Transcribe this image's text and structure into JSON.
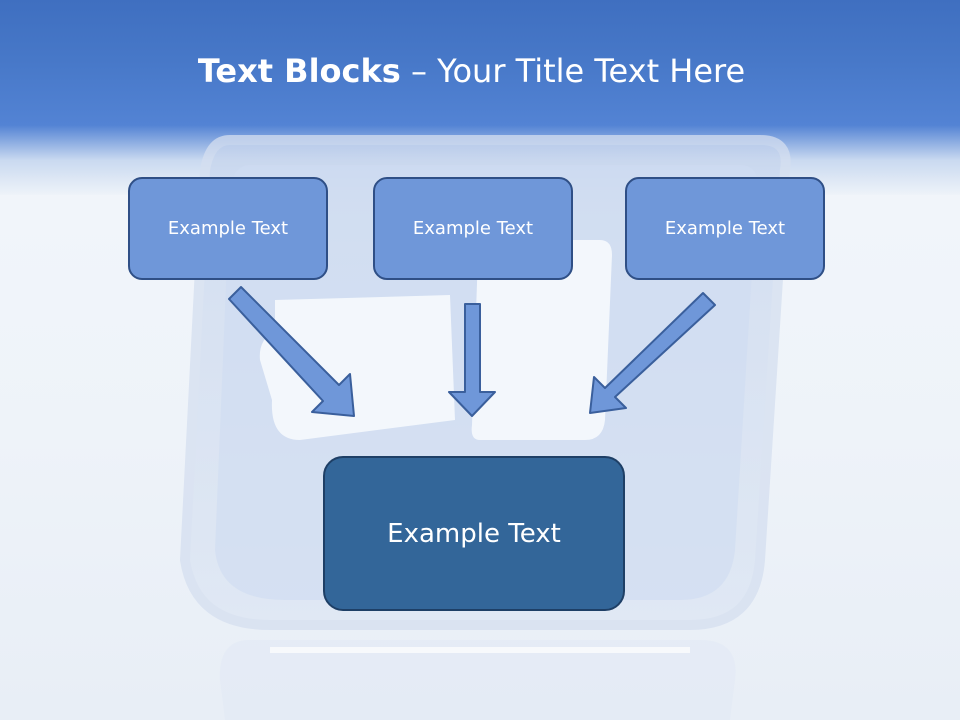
{
  "title": {
    "bold": "Text Blocks",
    "rest": " – Your Title Text Here"
  },
  "boxes": {
    "top_left": "Example Text",
    "top_center": "Example Text",
    "top_right": "Example Text",
    "bottom": "Example Text"
  },
  "colors": {
    "header": "#4778c8",
    "small_box_fill": "#6f97d9",
    "small_box_border": "#2f4f86",
    "big_box_fill": "#336699",
    "arrow_fill": "#6f97d9"
  }
}
